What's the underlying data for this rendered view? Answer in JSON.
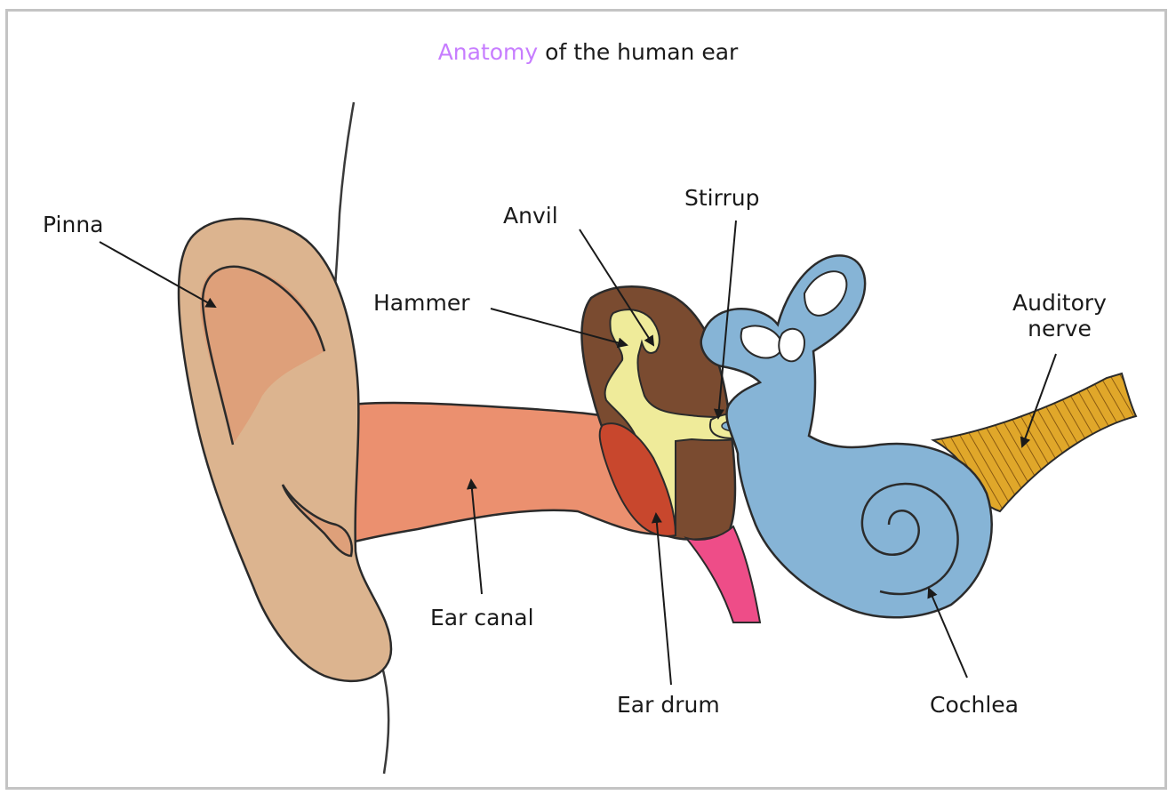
{
  "title": {
    "highlight": "Anatomy",
    "rest": " of the human ear"
  },
  "labels": {
    "pinna": "Pinna",
    "anvil": "Anvil",
    "stirrup": "Stirrup",
    "hammer": "Hammer",
    "auditory_nerve_line1": "Auditory",
    "auditory_nerve_line2": "nerve",
    "ear_canal": "Ear canal",
    "ear_drum": "Ear drum",
    "cochlea": "Cochlea"
  },
  "colors": {
    "title_accent": "#c77dff",
    "pinna_outer": "#dcb48f",
    "pinna_inner": "#dea07a",
    "ear_canal": "#eb906f",
    "middle_ear": "#7a4b30",
    "ossicles": "#efeb9a",
    "ear_drum": "#c8472d",
    "eustachian_tube": "#ee4d88",
    "inner_ear": "#86b4d6",
    "auditory_nerve": "#e0a72a",
    "outline": "#2b2b2b"
  }
}
